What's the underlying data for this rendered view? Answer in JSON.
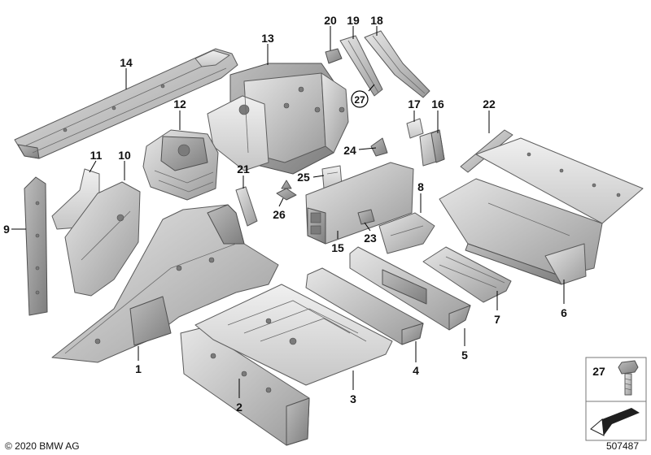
{
  "diagram": {
    "parts": [
      {
        "id": "1",
        "label": "1"
      },
      {
        "id": "2",
        "label": "2"
      },
      {
        "id": "3",
        "label": "3"
      },
      {
        "id": "4",
        "label": "4"
      },
      {
        "id": "5",
        "label": "5"
      },
      {
        "id": "6",
        "label": "6"
      },
      {
        "id": "7",
        "label": "7"
      },
      {
        "id": "8",
        "label": "8"
      },
      {
        "id": "9",
        "label": "9"
      },
      {
        "id": "10",
        "label": "10"
      },
      {
        "id": "11",
        "label": "11"
      },
      {
        "id": "12",
        "label": "12"
      },
      {
        "id": "13",
        "label": "13"
      },
      {
        "id": "14",
        "label": "14"
      },
      {
        "id": "15",
        "label": "15"
      },
      {
        "id": "16",
        "label": "16"
      },
      {
        "id": "17",
        "label": "17"
      },
      {
        "id": "18",
        "label": "18"
      },
      {
        "id": "19",
        "label": "19"
      },
      {
        "id": "20",
        "label": "20"
      },
      {
        "id": "21",
        "label": "21"
      },
      {
        "id": "22",
        "label": "22"
      },
      {
        "id": "23",
        "label": "23"
      },
      {
        "id": "24",
        "label": "24"
      },
      {
        "id": "25",
        "label": "25"
      },
      {
        "id": "26",
        "label": "26"
      }
    ],
    "callout_circled": "27",
    "legend_box_number": "27"
  },
  "footer": {
    "copyright": "© 2020 BMW AG",
    "diagram_number": "507487"
  },
  "colors": {
    "part_light": "#dedede",
    "part_mid": "#b9b9b9",
    "part_dark": "#8e8e8e",
    "outline": "#555555",
    "legend_arrow": "#1f1f1f"
  }
}
